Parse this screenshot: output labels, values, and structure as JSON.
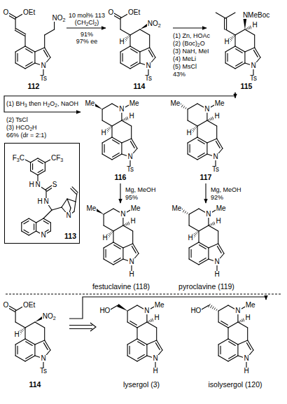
{
  "diagram": {
    "nodes": [
      {
        "text": [
          "112"
        ]
      },
      {
        "text": [
          "114"
        ]
      },
      {
        "text": [
          "115"
        ]
      },
      {
        "text": [
          "116"
        ]
      },
      {
        "text": [
          "117"
        ]
      },
      {
        "text": [
          "113"
        ]
      },
      {
        "text": [
          "festuclavine (118)"
        ]
      },
      {
        "text": [
          "pyroclavine (119)"
        ]
      },
      {
        "text": [
          "114"
        ]
      },
      {
        "text": [
          "lysergol (3)"
        ]
      },
      {
        "text": [
          "isolysergol (120)"
        ]
      }
    ],
    "edges": [
      {
        "from": 0,
        "to": 1,
        "arrow": "to"
      },
      {
        "from": 1,
        "to": 2,
        "arrow": "to"
      },
      {
        "from": 2,
        "to": 3,
        "arrow": "to"
      },
      {
        "from": 2,
        "to": 4,
        "arrow": "to"
      },
      {
        "from": 3,
        "to": 6,
        "arrow": "to"
      },
      {
        "from": 4,
        "to": 7,
        "arrow": "to"
      },
      {
        "from": 8,
        "to": 9,
        "arrow": "to"
      },
      {
        "from": 8,
        "to": 10,
        "arrow": "to"
      }
    ],
    "labels": [
      "O",
      "OEt",
      "NO2",
      "N",
      "Ts",
      "O",
      "OEt",
      "NO2",
      "H",
      "N",
      "Ts",
      "NMeBoc",
      "H",
      "H",
      "N",
      "Ts",
      "Me",
      "N",
      "Me",
      "H",
      "H",
      "N",
      "Ts",
      "Me",
      "N",
      "Me",
      "H",
      "H",
      "N",
      "Ts",
      "F3C",
      "CF3",
      "H",
      "N",
      "S",
      "H",
      "N",
      "N",
      "N",
      "Me",
      "N",
      "Me",
      "H",
      "H",
      "N",
      "H",
      "Me",
      "N",
      "Me",
      "H",
      "H",
      "N",
      "H",
      "O",
      "OEt",
      "NO2",
      "H",
      "N",
      "Ts",
      "HO",
      "N",
      "Me",
      "H",
      "N",
      "H",
      "HO",
      "N",
      "Me",
      "H",
      "N",
      "H",
      "10 mol% 113",
      "(CH2Cl2)",
      "91%",
      "97% ee",
      "(1) Zn, HOAc",
      "(2) (Boc)2O",
      "(3) NaH, MeI",
      "(4) MeLi",
      "(5) MsCl",
      "43%",
      "(1) BH3 then H2O2, NaOH",
      "(2) TsCl",
      "(3) HCO2H",
      "66% (dr = 2:1)",
      "Mg, MeOH",
      "95%",
      "Mg, MeOH",
      "92%"
    ]
  }
}
